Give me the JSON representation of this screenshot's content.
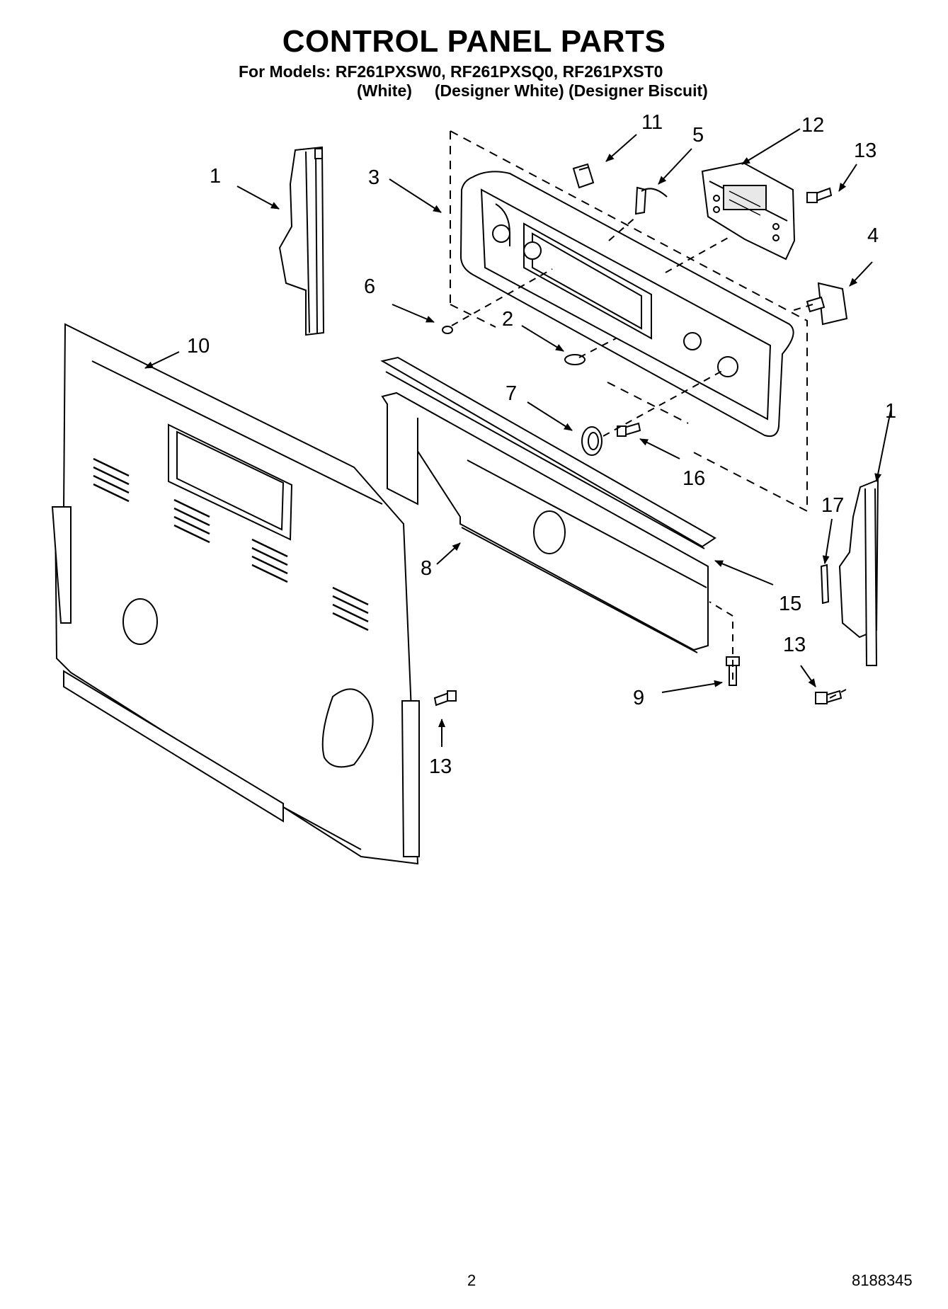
{
  "header": {
    "title": "CONTROL PANEL PARTS",
    "models_line": "For Models: RF261PXSW0, RF261PXSQ0, RF261PXST0",
    "variants_line": "(White)     (Designer White) (Designer Biscuit)"
  },
  "callouts": {
    "c1_left": "1",
    "c1_right": "1",
    "c2": "2",
    "c3": "3",
    "c4": "4",
    "c5": "5",
    "c6": "6",
    "c7": "7",
    "c8": "8",
    "c9": "9",
    "c10": "10",
    "c11": "11",
    "c12": "12",
    "c13_top": "13",
    "c13_right": "13",
    "c13_bottom": "13",
    "c15": "15",
    "c16": "16",
    "c17": "17"
  },
  "footer": {
    "page_number": "2",
    "document_code": "8188345"
  }
}
